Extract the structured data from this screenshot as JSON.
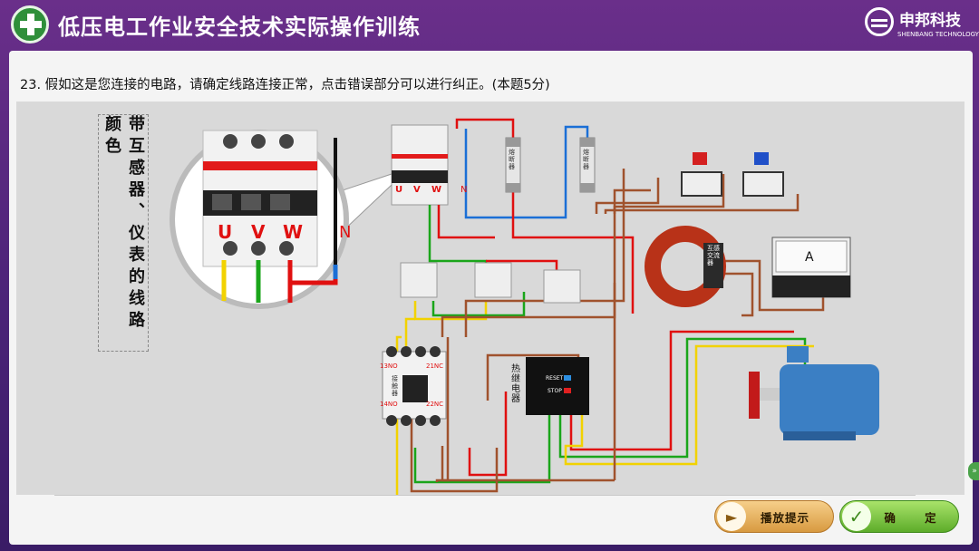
{
  "header": {
    "title": "低压电工作业安全技术实际操作训练",
    "brand_name": "申邦科技",
    "brand_sub": "SHENBANG TECHNOLOGY"
  },
  "question": {
    "text": "23. 假如这是您连接的电路，请确定线路连接正常，点击错误部分可以进行纠正。(本题5分)"
  },
  "side_label": "带互感器、仪表的线路颜色",
  "diagram": {
    "breaker_phase_labels": [
      "U",
      "V",
      "W"
    ],
    "neutral_label": "N",
    "fuse_label": "熔断器",
    "transformer_label": "互感交流器",
    "ammeter_label": "A",
    "contactor_label": "接触器",
    "contactor_terminals": [
      "13NO",
      "21NC",
      "14NO",
      "22NC"
    ],
    "relay_label": "热继电器",
    "relay_reset": "RESET",
    "relay_stop": "STOP"
  },
  "buttons": {
    "hint_label": "播放提示",
    "ok_label": "确 定"
  },
  "colors": {
    "phase_u": "#f2d200",
    "phase_v": "#1aa51a",
    "phase_w": "#e01010",
    "neutral": "#1b6fd6",
    "ground_black": "#111111",
    "control": "#a0522d"
  }
}
